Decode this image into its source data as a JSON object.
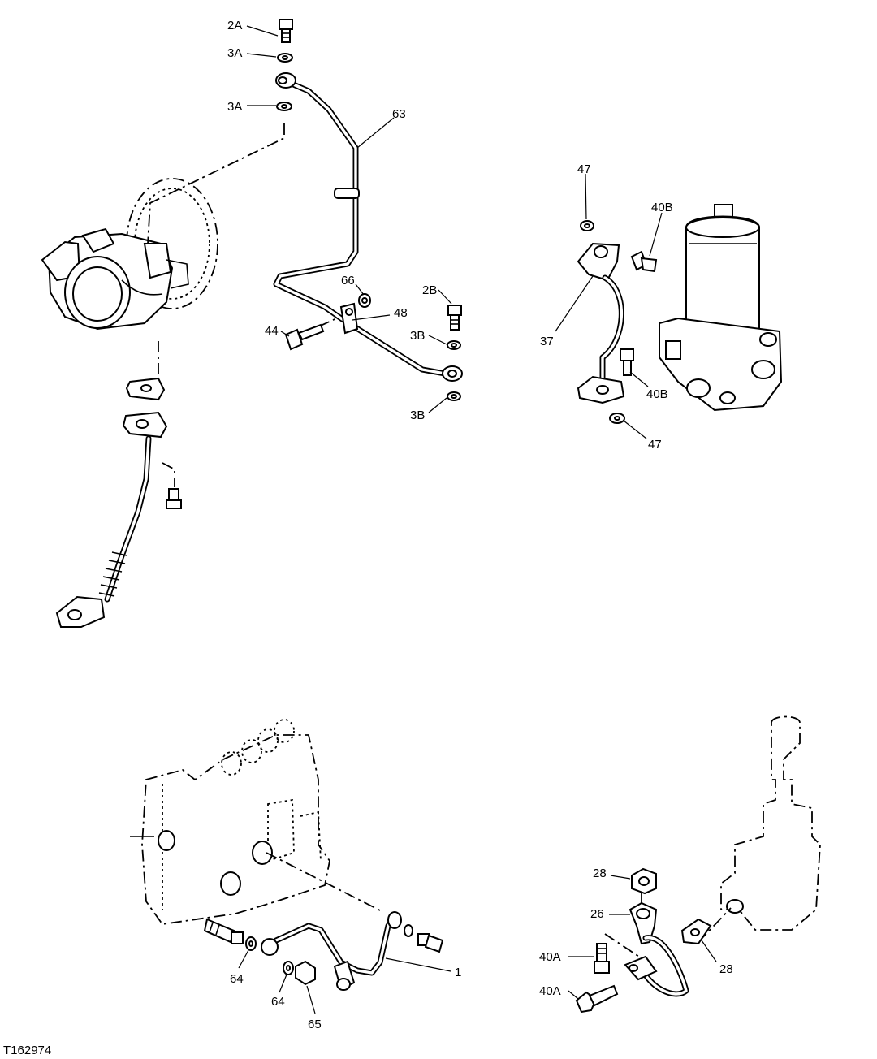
{
  "figure_ref": "T162974",
  "callouts": {
    "c_2A": "2A",
    "c_3A_top": "3A",
    "c_3A_bottom": "3A",
    "c_63": "63",
    "c_66": "66",
    "c_48": "48",
    "c_2B": "2B",
    "c_44": "44",
    "c_3B_top": "3B",
    "c_3B_bottom": "3B",
    "c_47_top": "47",
    "c_40B_top": "40B",
    "c_37": "37",
    "c_40B_bottom": "40B",
    "c_47_bottom": "47",
    "c_28_top": "28",
    "c_26": "26",
    "c_40A_top": "40A",
    "c_40A_bottom": "40A",
    "c_28_right": "28",
    "c_64_left": "64",
    "c_64_bottom": "64",
    "c_65": "65",
    "c_1": "1"
  }
}
